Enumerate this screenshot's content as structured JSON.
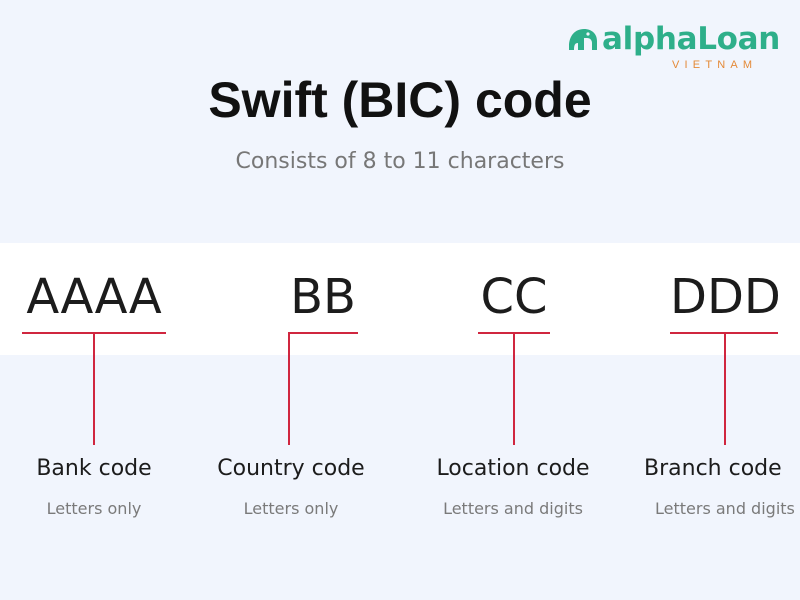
{
  "brand": {
    "name": "alphaLoan",
    "region": "VIETNAM",
    "primary_color": "#2eaf8a",
    "accent_color": "#e48a38"
  },
  "title": "Swift (BIC) code",
  "subtitle": "Consists of 8 to 11 characters",
  "line_color": "#d0263f",
  "segments": [
    {
      "code": "AAAA",
      "label": "Bank code",
      "description": "Letters only"
    },
    {
      "code": "BB",
      "label": "Country code",
      "description": "Letters only"
    },
    {
      "code": "CC",
      "label": "Location code",
      "description": "Letters and digits"
    },
    {
      "code": "DDD",
      "label": "Branch code",
      "description": "Letters and digits"
    }
  ]
}
